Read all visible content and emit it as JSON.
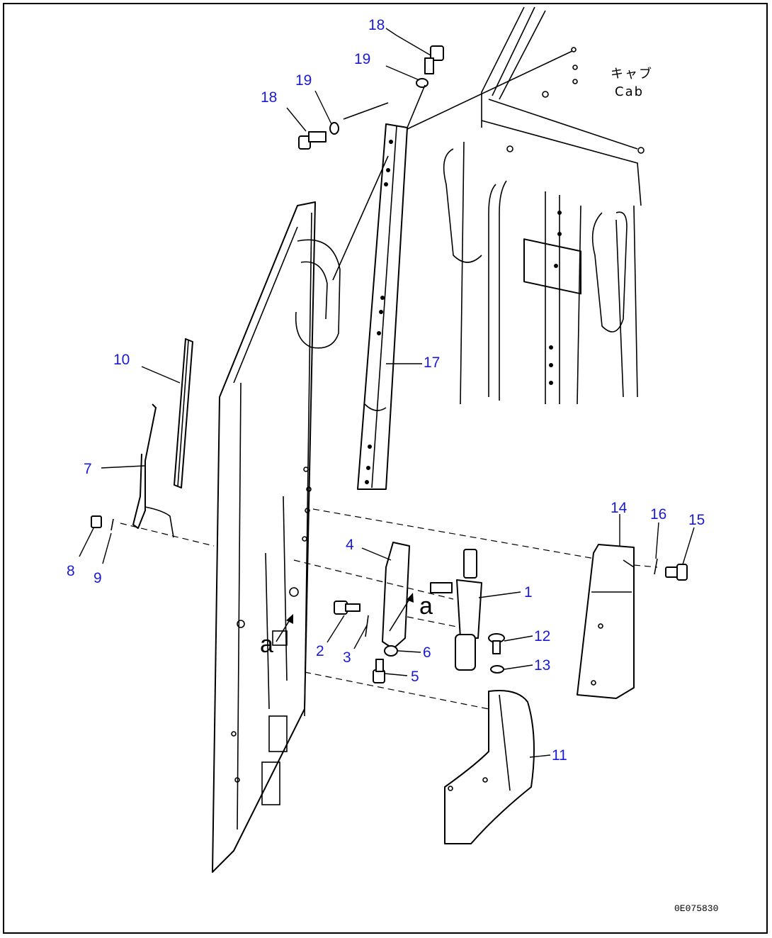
{
  "callouts": {
    "c1": "1",
    "c2": "2",
    "c3": "3",
    "c4": "4",
    "c5": "5",
    "c6": "6",
    "c7": "7",
    "c8": "8",
    "c9": "9",
    "c10": "10",
    "c11": "11",
    "c12": "12",
    "c13": "13",
    "c14": "14",
    "c15": "15",
    "c16": "16",
    "c17": "17",
    "c18a": "18",
    "c18b": "18",
    "c19a": "19",
    "c19b": "19"
  },
  "cab_label": {
    "jp": "キャブ",
    "en": "Cab"
  },
  "marks": {
    "a1": "a",
    "a2": "a"
  },
  "drawing_code": "0E075830",
  "colors": {
    "callout": "#1a1ad6",
    "line": "#000000",
    "background": "#ffffff"
  }
}
